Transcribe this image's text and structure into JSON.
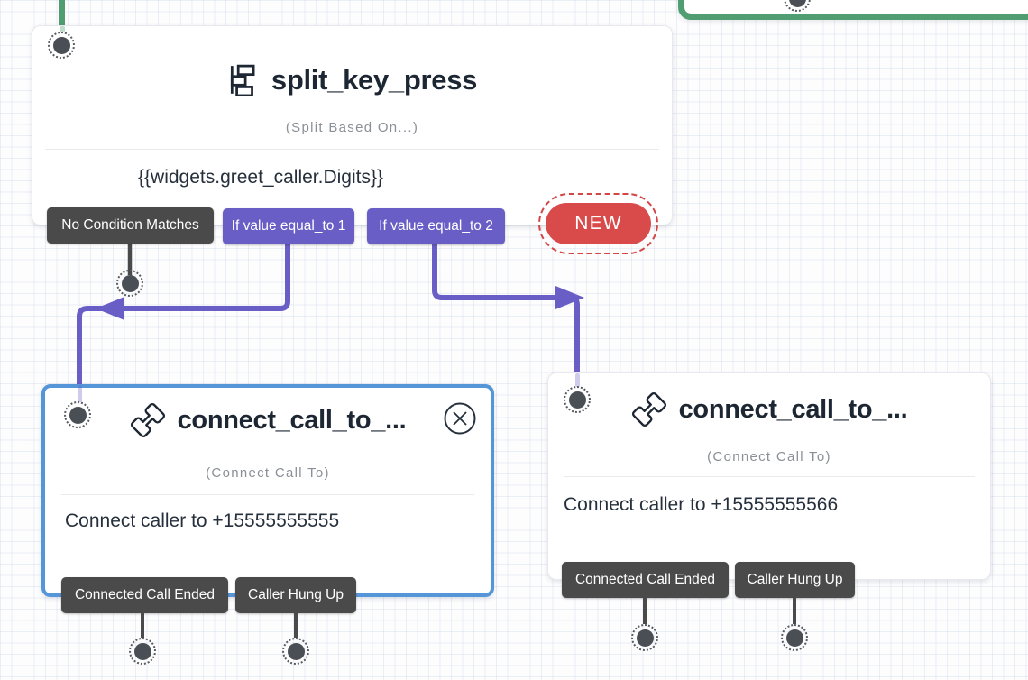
{
  "canvas": {
    "kind": "flow-builder-canvas"
  },
  "split_widget": {
    "title": "split_key_press",
    "type_label": "(Split Based On...)",
    "body": "{{widgets.greet_caller.Digits}}",
    "transitions": [
      {
        "label": "No Condition Matches",
        "variant": "dark"
      },
      {
        "label": "If value equal_to 1",
        "variant": "purple"
      },
      {
        "label": "If value equal_to 2",
        "variant": "purple"
      }
    ],
    "new_button_label": "NEW"
  },
  "left_widget": {
    "title": "connect_call_to_...",
    "type_label": "(Connect Call To)",
    "body": "Connect caller to +15555555555",
    "selected": true,
    "transitions": [
      {
        "label": "Connected Call Ended"
      },
      {
        "label": "Caller Hung Up"
      }
    ]
  },
  "right_widget": {
    "title": "connect_call_to_...",
    "type_label": "(Connect Call To)",
    "body": "Connect caller to +15555555566",
    "selected": false,
    "transitions": [
      {
        "label": "Connected Call Ended"
      },
      {
        "label": "Caller Hung Up"
      }
    ]
  },
  "icons": {
    "split_icon": "staggered-bars-flow-glyph",
    "phone_icon": "telephone-handset-outline",
    "close_icon": "circled-x"
  },
  "colors": {
    "transition_purple": "#695DC6",
    "transition_dark": "#4A4A4A",
    "new_red": "#D94B4B",
    "incoming_green": "#4F9D71",
    "selection_blue": "#5596D8"
  }
}
